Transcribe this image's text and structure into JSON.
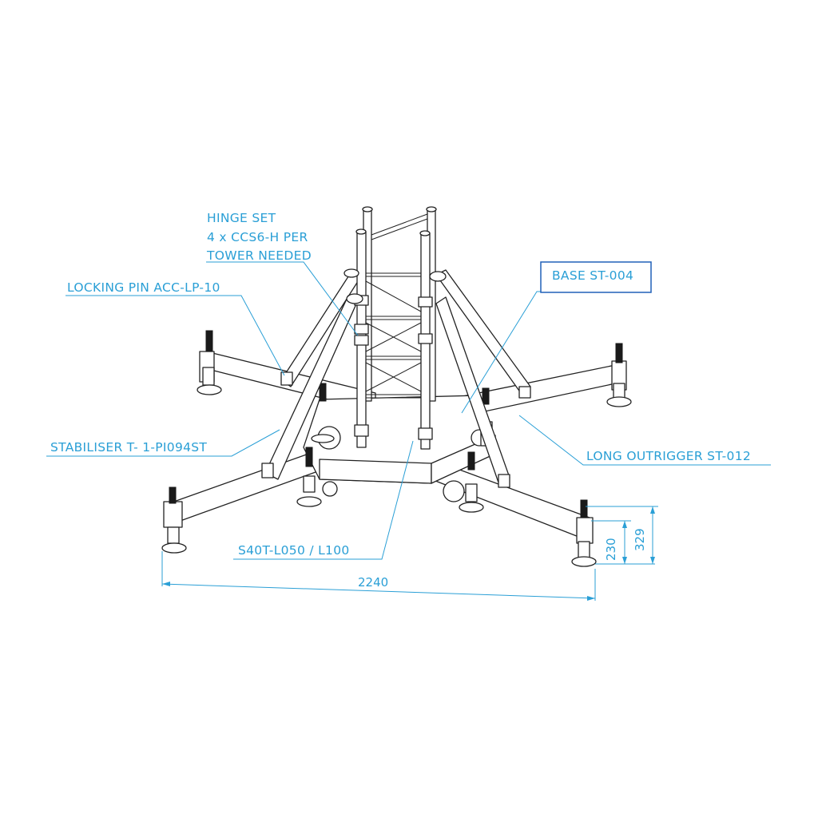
{
  "labels": {
    "hinge_set_1": "HINGE SET",
    "hinge_set_2": "4 x CCS6-H PER",
    "hinge_set_3": "TOWER NEEDED",
    "locking_pin": "LOCKING PIN ACC-LP-10",
    "base": "BASE ST-004",
    "stabiliser": "STABILISER T- 1-PI094ST",
    "long_outrigger": "LONG OUTRIGGER ST-012",
    "section": "S40T-L050 / L100"
  },
  "dimensions": {
    "width": "2240",
    "height_inner": "230",
    "height_outer": "329"
  },
  "colors": {
    "annotation": "#2a9fd6",
    "line": "#222222",
    "background": "#ffffff"
  }
}
